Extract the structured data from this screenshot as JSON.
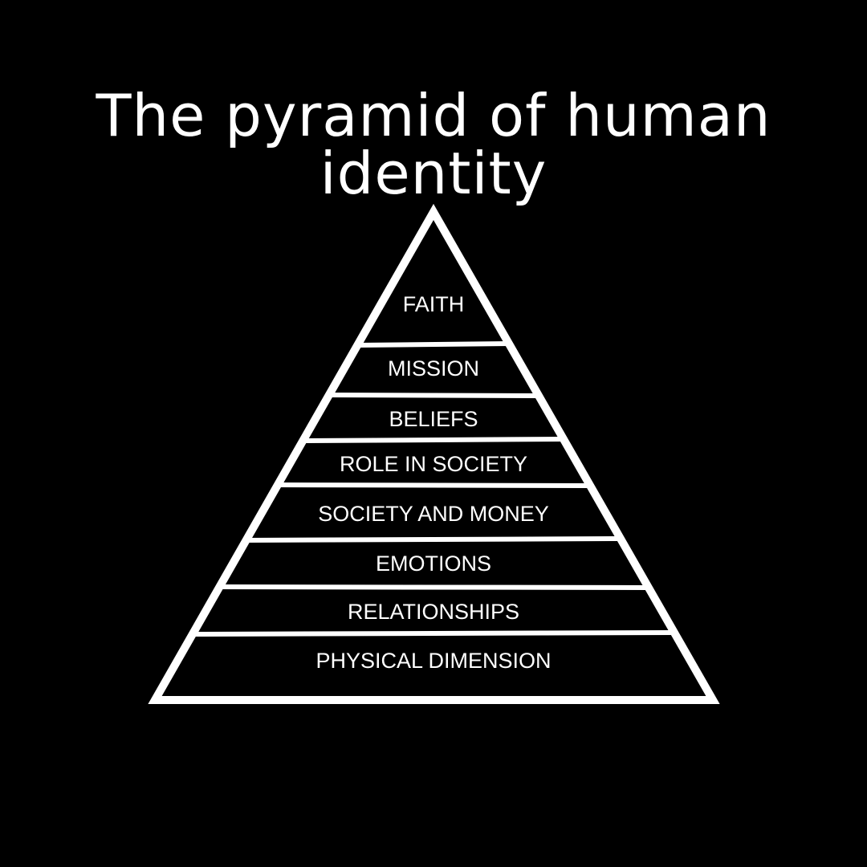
{
  "title": "The pyramid of human identity",
  "colors": {
    "background": "#000000",
    "outline": "#ffffff",
    "text": "#ffffff"
  },
  "layers": [
    "FAITH",
    "MISSION",
    "BELIEFS",
    "ROLE IN SOCIETY",
    "SOCIETY AND MONEY",
    "EMOTIONS",
    "RELATIONSHIPS",
    "PHYSICAL DIMENSION"
  ]
}
